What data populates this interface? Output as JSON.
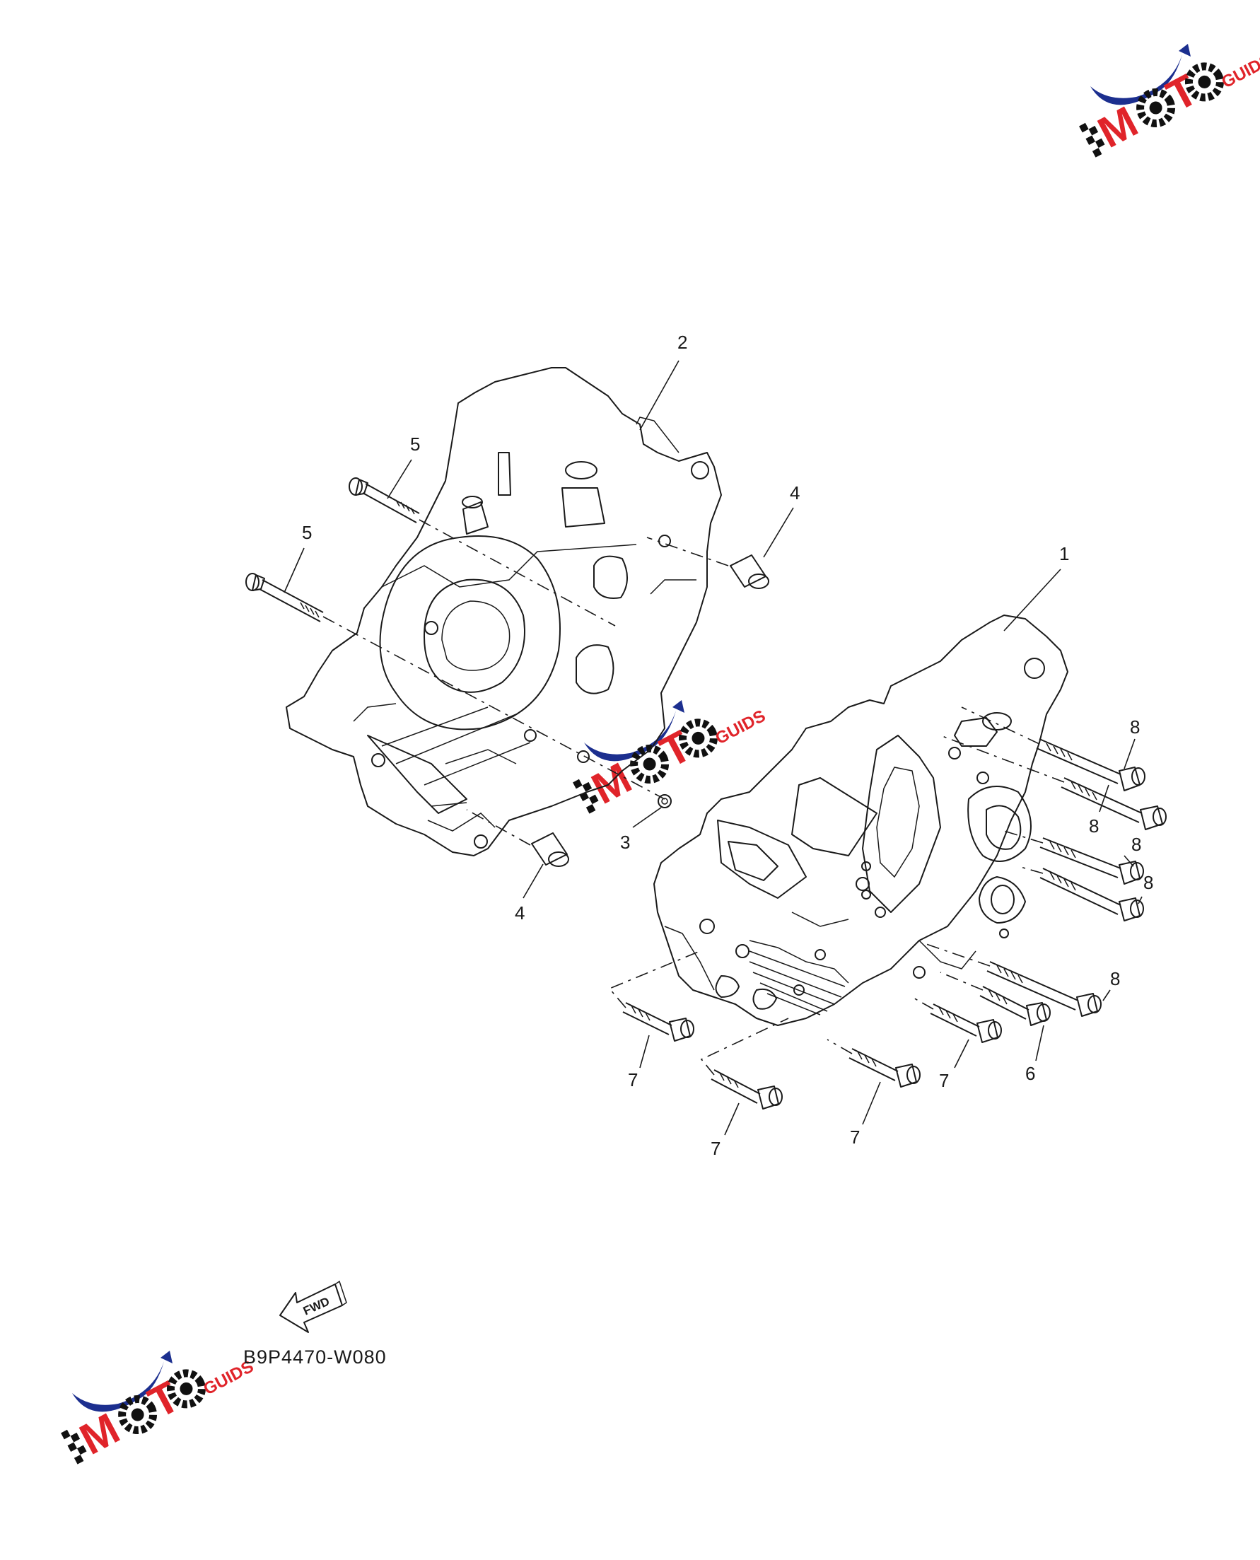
{
  "diagram": {
    "callouts": {
      "p1": "1",
      "p2": "2",
      "p3": "3",
      "p4a": "4",
      "p4b": "4",
      "p5a": "5",
      "p5b": "5",
      "p6": "6",
      "p7a": "7",
      "p7b": "7",
      "p7c": "7",
      "p7d": "7",
      "p8a": "8",
      "p8b": "8",
      "p8c": "8",
      "p8d": "8",
      "p8e": "8"
    },
    "fwd_label": "FWD",
    "drawing_code": "B9P4470-W080"
  },
  "watermark": {
    "logo_text": "MOTO",
    "logo_suffix": "GUIDS",
    "colors": {
      "blue": "#1c2f8f",
      "red": "#e0242a",
      "black": "#111111"
    }
  }
}
